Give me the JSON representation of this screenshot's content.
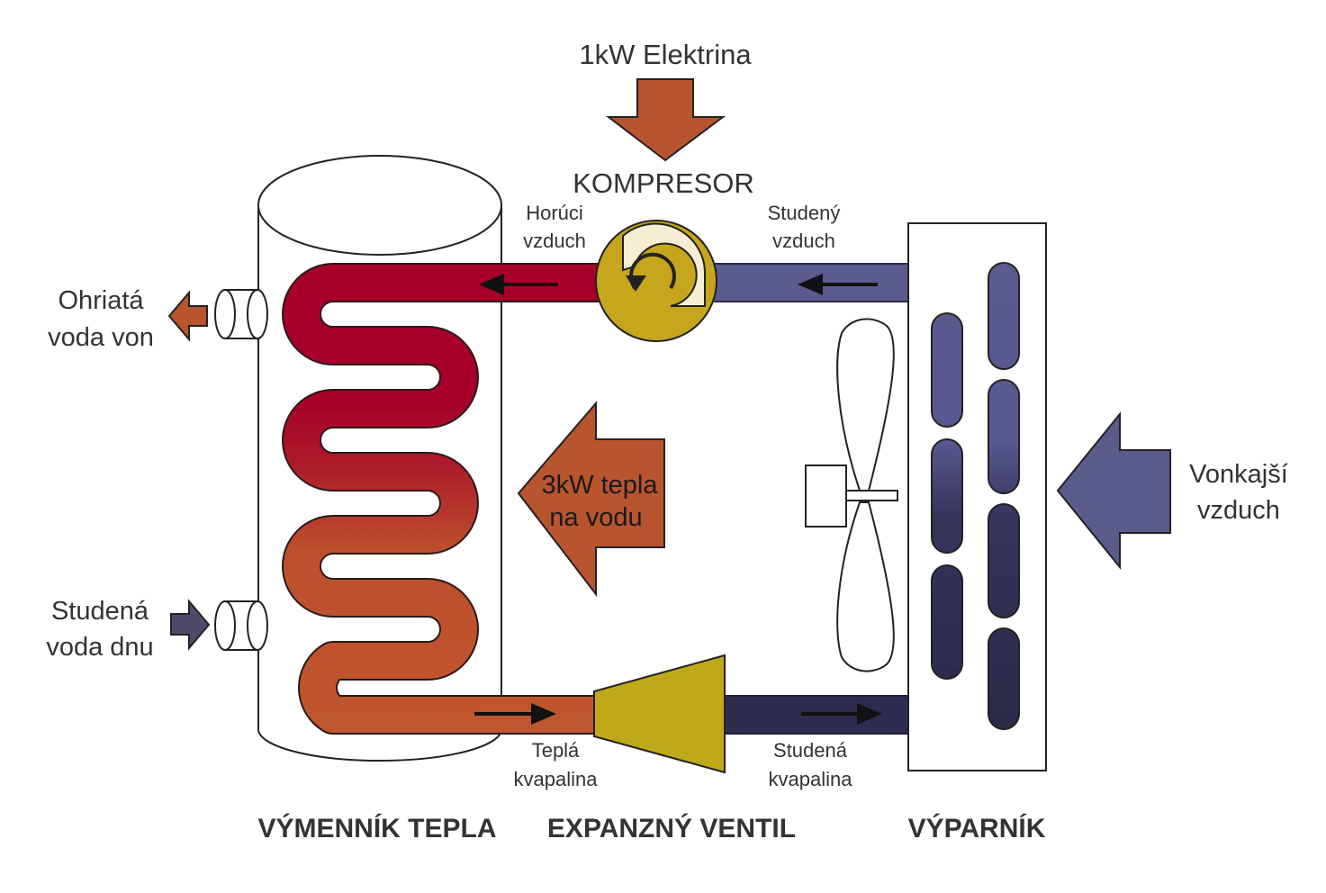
{
  "electricity": {
    "label": "1kW Elektrina"
  },
  "compressor": {
    "label": "KOMPRESOR"
  },
  "pipes": {
    "hot_air": [
      "Horúci",
      "vzduch"
    ],
    "cold_air": [
      "Studený",
      "vzduch"
    ],
    "warm_liquid": [
      "Teplá",
      "kvapalina"
    ],
    "cold_liquid": [
      "Studená",
      "kvapalina"
    ]
  },
  "water": {
    "out": [
      "Ohriatá",
      "voda von"
    ],
    "in": [
      "Studená",
      "voda dnu"
    ]
  },
  "heat_transfer": [
    "3kW tepla",
    "na vodu"
  ],
  "outside_air": [
    "Vonkajší",
    "vzduch"
  ],
  "components": {
    "heat_exchanger": "VÝMENNÍK TEPLA",
    "expansion_valve": "EXPANZNÝ VENTIL",
    "evaporator": "VÝPARNÍK"
  },
  "colors": {
    "hot_refrigerant": "#a6002a",
    "warm_refrigerant": "#c0562d",
    "arrow_orange": "#b8542e",
    "cold_refrigerant_light": "#5a5a8f",
    "cold_refrigerant_dark": "#2e2c4e",
    "compressor_body": "#c5a61c",
    "valve_body": "#c0a81b",
    "outside_air_arrow": "#5b5b8c",
    "water_in_arrow": "#4e4a6a"
  }
}
